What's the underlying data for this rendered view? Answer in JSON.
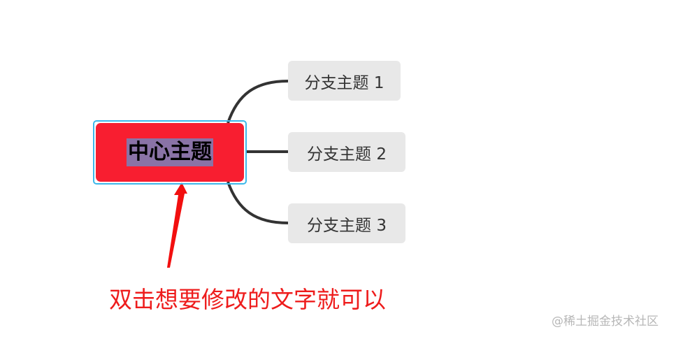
{
  "mindmap": {
    "central_topic": {
      "label": "中心主题",
      "fill_color": "#f81e30",
      "text_highlight_color": "#8a73a6",
      "selected": true,
      "selection_color": "#3db8ea"
    },
    "branches": [
      {
        "label": "分支主题 1"
      },
      {
        "label": "分支主题 2"
      },
      {
        "label": "分支主题 3"
      }
    ],
    "connector_color": "#333333",
    "branch_fill_color": "#e8e8e8"
  },
  "annotation": {
    "text": "双击想要修改的文字就可以",
    "color": "#ee1c1c",
    "arrow_icon": "red-arrow-pointing-up"
  },
  "watermark": {
    "text": "@稀土掘金技术社区"
  }
}
